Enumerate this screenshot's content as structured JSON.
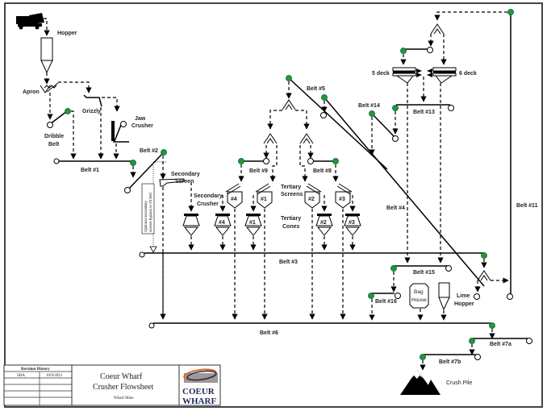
{
  "document": {
    "title_line1": "Coeur Wharf",
    "title_line2": "Crusher Flowsheet",
    "subtitle": "Wharf Mine",
    "logo_line1": "COEUR",
    "logo_line2": "WHARF",
    "logo_colors": {
      "orange": "#e06a1b",
      "navy": "#1f2a5a",
      "gray": "#9a9a9a"
    },
    "drive_color": "#1d9a3c"
  },
  "revision_history": {
    "header": "Revision History",
    "rows": [
      {
        "by": "SHA",
        "date": "10/9/2021"
      },
      {
        "by": "",
        "date": ""
      },
      {
        "by": "",
        "date": ""
      },
      {
        "by": "",
        "date": ""
      },
      {
        "by": "",
        "date": ""
      }
    ]
  },
  "labels": {
    "hopper": "Hopper",
    "apron": "Apron",
    "grizzly": "Grizzly",
    "jaw_crusher_1": "Jaw",
    "jaw_crusher_2": "Crusher",
    "dribble_belt_1": "Dribble",
    "dribble_belt_2": "Belt",
    "belt1": "Belt #1",
    "belt2": "Belt #2",
    "belt3": "Belt #3",
    "belt4": "Belt #4",
    "belt5": "Belt #5",
    "belt6": "Belt #6",
    "belt7a": "Belt #7a",
    "belt7b": "Belt #7b",
    "belt8": "Belt #8",
    "belt9": "Belt #9",
    "belt11": "Belt #11",
    "belt13": "Belt #13",
    "belt14": "Belt #14",
    "belt15": "Belt #15",
    "belt16": "Belt #16",
    "secondary_screen_1": "Secondary",
    "secondary_screen_2": "Screen",
    "secondary_crusher_1": "Secondary",
    "secondary_crusher_2": "Crusher",
    "tertiary_screens_1": "Tertiary",
    "tertiary_screens_2": "Screens",
    "tertiary_cones_1": "Tertiary",
    "tertiary_cones_2": "Cones",
    "bypass_note_1": "Optional secondary",
    "bypass_note_2": "screen bypass to #3 belt",
    "deck5": "5 deck",
    "deck6": "6 deck",
    "bag_house_1": "Bag",
    "bag_house_2": "House",
    "lime_hopper_1": "Lime",
    "lime_hopper_2": "Hopper",
    "crush_pile": "Crush Pile"
  },
  "tertiary_screens": [
    "#4",
    "#1",
    "#2",
    "#3"
  ],
  "tertiary_cones": [
    "#4",
    "#1",
    "#2",
    "#3"
  ]
}
